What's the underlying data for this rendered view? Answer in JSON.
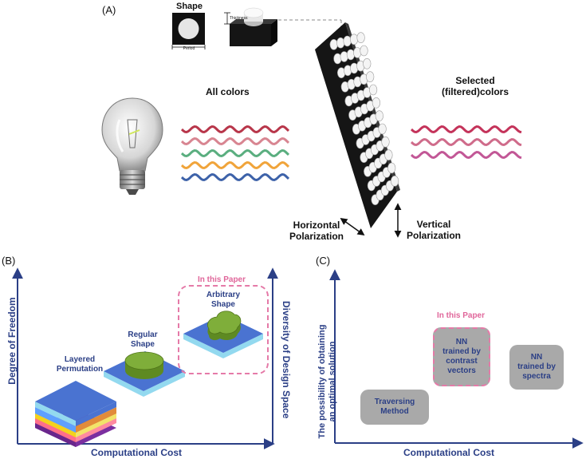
{
  "panel_a": {
    "label": "(A)",
    "shape_label": "Shape",
    "period_label": "Period",
    "thickness_label": "Thickness",
    "all_colors": "All colors",
    "selected_line1": "Selected",
    "selected_line2": "(filtered)colors",
    "horizontal_line1": "Horizontal",
    "horizontal_line2": "Polarization",
    "vertical_line1": "Vertical",
    "vertical_line2": "Polarization",
    "wave_colors_in": [
      "#b8364a",
      "#d88591",
      "#5aae7f",
      "#f0a43a",
      "#3d62a9"
    ],
    "wave_colors_out": [
      "#c4335a",
      "#cf6b8a",
      "#c25796"
    ]
  },
  "panel_b": {
    "label": "(B)",
    "y_axis": "Degree of Freedom",
    "y_axis_right": "Diversity of Design Space",
    "x_axis": "Computational Cost",
    "in_this_paper": "In this Paper",
    "layered_line1": "Layered",
    "layered_line2": "Permutation",
    "regular_line1": "Regular",
    "regular_line2": "Shape",
    "arbitrary_line1": "Arbitrary",
    "arbitrary_line2": "Shape",
    "colors": {
      "accent": "#2b3f86",
      "highlight": "#e57aa8",
      "top": "#4a73d1",
      "side": "#93d9ef",
      "green": "#6e9c2e"
    }
  },
  "panel_c": {
    "label": "(C)",
    "y_axis_line1": "The possibility of obtaining",
    "y_axis_line2": "an optimal solution",
    "x_axis": "Computational Cost",
    "in_this_paper": "In this Paper",
    "traversing_line1": "Traversing",
    "traversing_line2": "Method",
    "nn_contrast": [
      "NN",
      "trained by",
      "contrast",
      "vectors"
    ],
    "nn_spectra": [
      "NN",
      "trained by",
      "spectra"
    ]
  }
}
